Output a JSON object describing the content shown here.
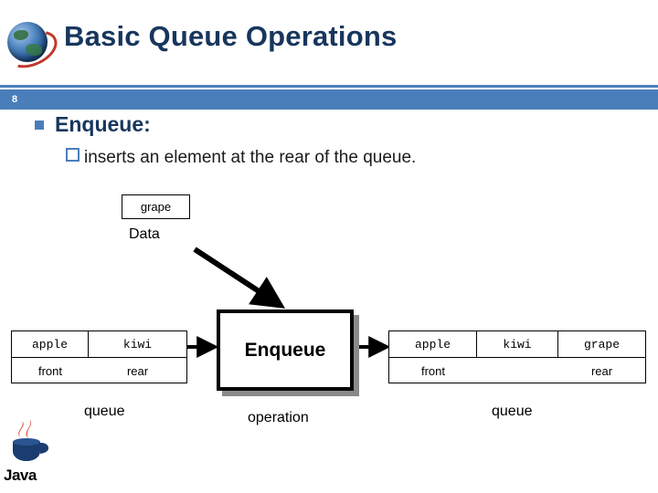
{
  "slide": {
    "number": "8",
    "title": "Basic Queue Operations",
    "bullets": [
      {
        "level": 1,
        "text": "Enqueue:"
      },
      {
        "level": 2,
        "text": "inserts an element at the rear of the queue."
      }
    ]
  },
  "diagram": {
    "data_label": "Data",
    "data_box_value": "grape",
    "operation": {
      "label": "Enqueue",
      "caption": "operation"
    },
    "queue_before": {
      "caption": "queue",
      "cells": [
        "apple",
        "kiwi"
      ],
      "pointers": [
        "front",
        "rear"
      ]
    },
    "queue_after": {
      "caption": "queue",
      "cells": [
        "apple",
        "kiwi",
        "grape"
      ],
      "pointers": [
        "front",
        "",
        "rear"
      ]
    }
  },
  "branding": {
    "java_word": "Java",
    "logo_icon": "globe-swoosh-icon",
    "java_icon": "java-coffee-cup-icon"
  },
  "colors": {
    "title": "#17365d",
    "accent_bar": "#4a7ebb",
    "bullet_marker": "#4a7ebb",
    "body_text": "#1a1a1a"
  }
}
